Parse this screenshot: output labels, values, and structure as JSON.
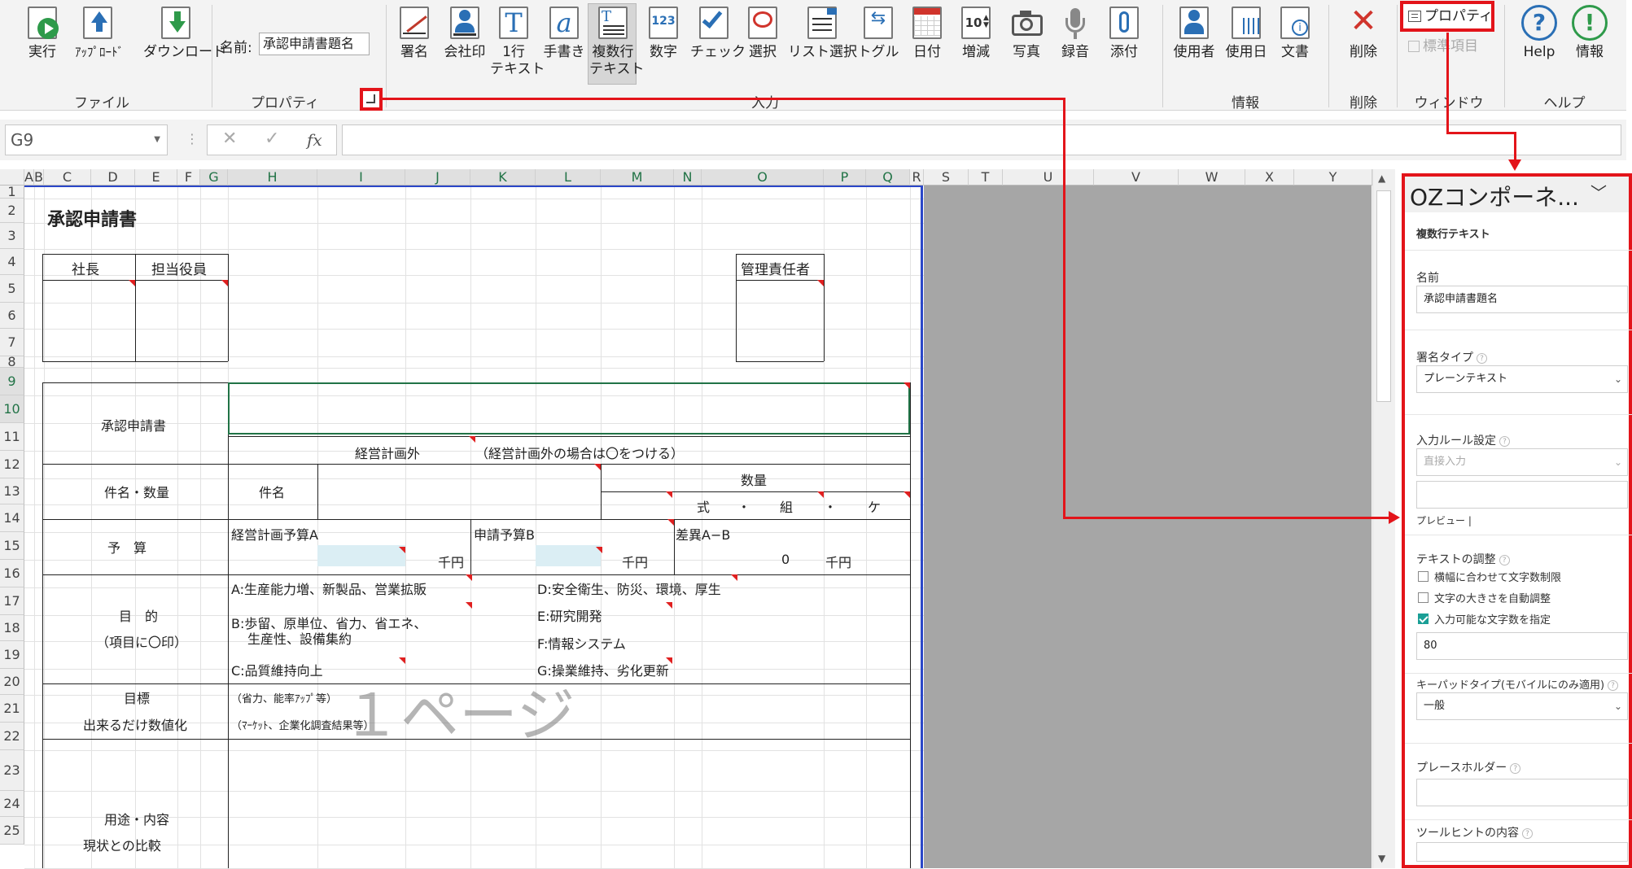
{
  "ribbon": {
    "file": {
      "buttons": [
        {
          "label": "実行"
        },
        {
          "label": "ｱｯﾌﾟﾛｰﾄﾞ"
        },
        {
          "label": "ダウンロード"
        }
      ],
      "group_label": "ファイル"
    },
    "properties": {
      "name_label": "名前:",
      "name_value": "承認申請書題名",
      "group_label": "プロパティ"
    },
    "input": {
      "buttons": [
        {
          "label": "署名"
        },
        {
          "label": "会社印"
        },
        {
          "label": "1行",
          "label2": "テキスト"
        },
        {
          "label": "手書き"
        },
        {
          "label": "複数行",
          "label2": "テキスト"
        },
        {
          "label": "数字"
        },
        {
          "label": "チェック"
        },
        {
          "label": "選択"
        },
        {
          "label": "リスト選択"
        },
        {
          "label": "トグル"
        },
        {
          "label": "日付"
        },
        {
          "label": "増減"
        },
        {
          "label": "写真"
        },
        {
          "label": "録音"
        },
        {
          "label": "添付"
        }
      ],
      "number_icon_text": "123",
      "stepper_icon_text": "10",
      "group_label": "入力"
    },
    "info": {
      "buttons": [
        {
          "label": "使用者"
        },
        {
          "label": "使用日"
        },
        {
          "label": "文書"
        }
      ],
      "group_label": "情報"
    },
    "delete": {
      "button_label": "削除",
      "group_label": "削除"
    },
    "window": {
      "properties_button": "プロパティ",
      "standard_items_button": "標準項目",
      "group_label": "ウィンドウ"
    },
    "help": {
      "buttons": [
        {
          "label": "Help"
        },
        {
          "label": "情報"
        }
      ],
      "group_label": "ヘルプ"
    }
  },
  "formula_bar": {
    "cell_ref": "G9",
    "cancel_symbol": "✕",
    "enter_symbol": "✓",
    "fx_label": "fx"
  },
  "sheet": {
    "columns": [
      "A",
      "B",
      "C",
      "D",
      "E",
      "F",
      "G",
      "H",
      "I",
      "J",
      "K",
      "L",
      "M",
      "N",
      "O",
      "P",
      "Q",
      "R",
      "S",
      "T",
      "U",
      "V",
      "W",
      "X",
      "Y"
    ],
    "rows": [
      "1",
      "2",
      "3",
      "4",
      "5",
      "6",
      "7",
      "8",
      "9",
      "10",
      "11",
      "12",
      "13",
      "14",
      "15",
      "16",
      "17",
      "18",
      "19",
      "20",
      "21",
      "22",
      "23",
      "24",
      "25"
    ],
    "title": "承認申請書",
    "president": "社長",
    "officer": "担当役員",
    "manager": "管理責任者",
    "approval_request": "承認申請書",
    "outside_plan": "経営計画外",
    "outside_plan_note": "（経営計画外の場合は〇をつける）",
    "subject_qty": "件名・数量",
    "subject": "件名",
    "quantity": "数量",
    "unit_set": "式",
    "unit_group": "組",
    "unit_ke": "ケ",
    "dot": "・",
    "budget": "予　算",
    "budget_a": "経営計画予算A",
    "budget_b": "申請予算B",
    "budget_diff": "差異A−B",
    "thousand_yen": "千円",
    "diff_value": "0",
    "purpose": "目　的",
    "purpose_note": "（項目に〇印）",
    "purpose_a": "A:生産能力増、新製品、営業拡販",
    "purpose_b1": "B:歩留、原単位、省力、省エネ、",
    "purpose_b2": "生産性、設備集約",
    "purpose_c": "C:品質維持向上",
    "purpose_d": "D:安全衛生、防災、環境、厚生",
    "purpose_e": "E:研究開発",
    "purpose_f": "F:情報システム",
    "purpose_g": "G:操業維持、劣化更新",
    "goal": "目標",
    "goal_note": "（省力、能率ｱｯﾌﾟ等）",
    "quantify": "出来るだけ数値化",
    "quantify_note": "（ﾏｰｹｯﾄ、企業化調査結果等）",
    "page_watermark": "１ページ",
    "usage": "用途・内容",
    "compare": "現状との比較"
  },
  "panel": {
    "title": "OZコンポーネ...",
    "type": "複数行テキスト",
    "name_label": "名前",
    "name_value": "承認申請書題名",
    "sign_type_label": "署名タイプ",
    "sign_type_value": "プレーンテキスト",
    "input_rule_label": "入力ルール設定",
    "input_rule_value": "直接入力",
    "preview_label": "プレビュー |",
    "text_adjust_label": "テキストの調整",
    "opt_width_limit": "横幅に合わせて文字数制限",
    "opt_auto_size": "文字の大きさを自動調整",
    "opt_max_chars": "入力可能な文字数を指定",
    "max_chars_value": "80",
    "keypad_label": "キーパッドタイプ(モバイルにのみ適用)",
    "keypad_value": "一般",
    "placeholder_label": "プレースホルダー",
    "tooltip_label": "ツールヒントの内容",
    "help_mark": "?"
  },
  "colors": {
    "highlight_red": "#e3141a",
    "check_teal": "#1a9f96",
    "selection_green": "#217346",
    "light_blue_cell": "#dbeef4"
  }
}
